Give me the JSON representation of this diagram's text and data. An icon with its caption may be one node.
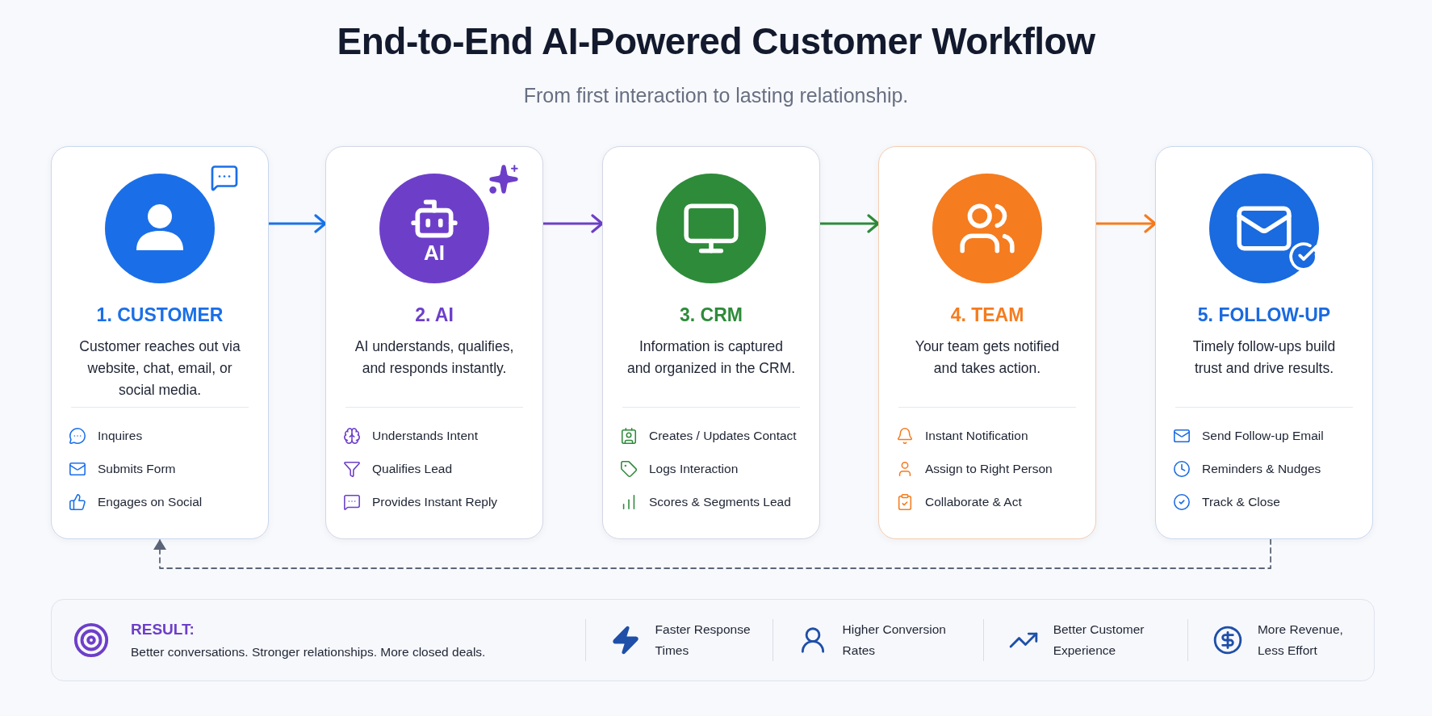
{
  "diagram": {
    "title": "End-to-End AI-Powered Customer Workflow",
    "caption": "From first interaction to lasting relationship.",
    "nodes": [
      {
        "text": [
          "1. CUSTOMER",
          "Customer reaches out via website, chat, email, or social media.",
          "Inquires",
          "Submits Form",
          "Engages on Social"
        ]
      },
      {
        "text": [
          "2. AI",
          "AI understands, qualifies, and responds instantly.",
          "Understands Intent",
          "Qualifies Lead",
          "Provides Instant Reply"
        ]
      },
      {
        "text": [
          "3. CRM",
          "Information is captured and organized in the CRM.",
          "Creates / Updates Contact",
          "Logs Interaction",
          "Scores & Segments Lead"
        ]
      },
      {
        "text": [
          "4. TEAM",
          "Your team gets notified and takes action.",
          "Instant Notification",
          "Assign to Right Person",
          "Collaborate & Act"
        ]
      },
      {
        "text": [
          "5. FOLLOW-UP",
          "Timely follow-ups build trust and drive results.",
          "Send Follow-up Email",
          "Reminders & Nudges",
          "Track & Close"
        ]
      },
      {
        "text": [
          "RESULT:",
          "Better conversations. Stronger relationships. More closed deals.",
          "Faster Response Times",
          "Higher Conversion Rates",
          "Better Customer Experience",
          "More Revenue, Less Effort"
        ]
      }
    ],
    "edges": [
      {
        "from": 0,
        "to": 1,
        "arrow": "to",
        "color": "#1a73e8"
      },
      {
        "from": 1,
        "to": 2,
        "arrow": "to",
        "color": "#6d3fc9"
      },
      {
        "from": 2,
        "to": 3,
        "arrow": "to",
        "color": "#2e8b3a"
      },
      {
        "from": 3,
        "to": 4,
        "arrow": "to",
        "color": "#f57c1f"
      },
      {
        "from": 4,
        "to": 0,
        "arrow": "to",
        "style": "dashed",
        "color": "#5b6478"
      }
    ],
    "labels": [
      "AI"
    ]
  }
}
